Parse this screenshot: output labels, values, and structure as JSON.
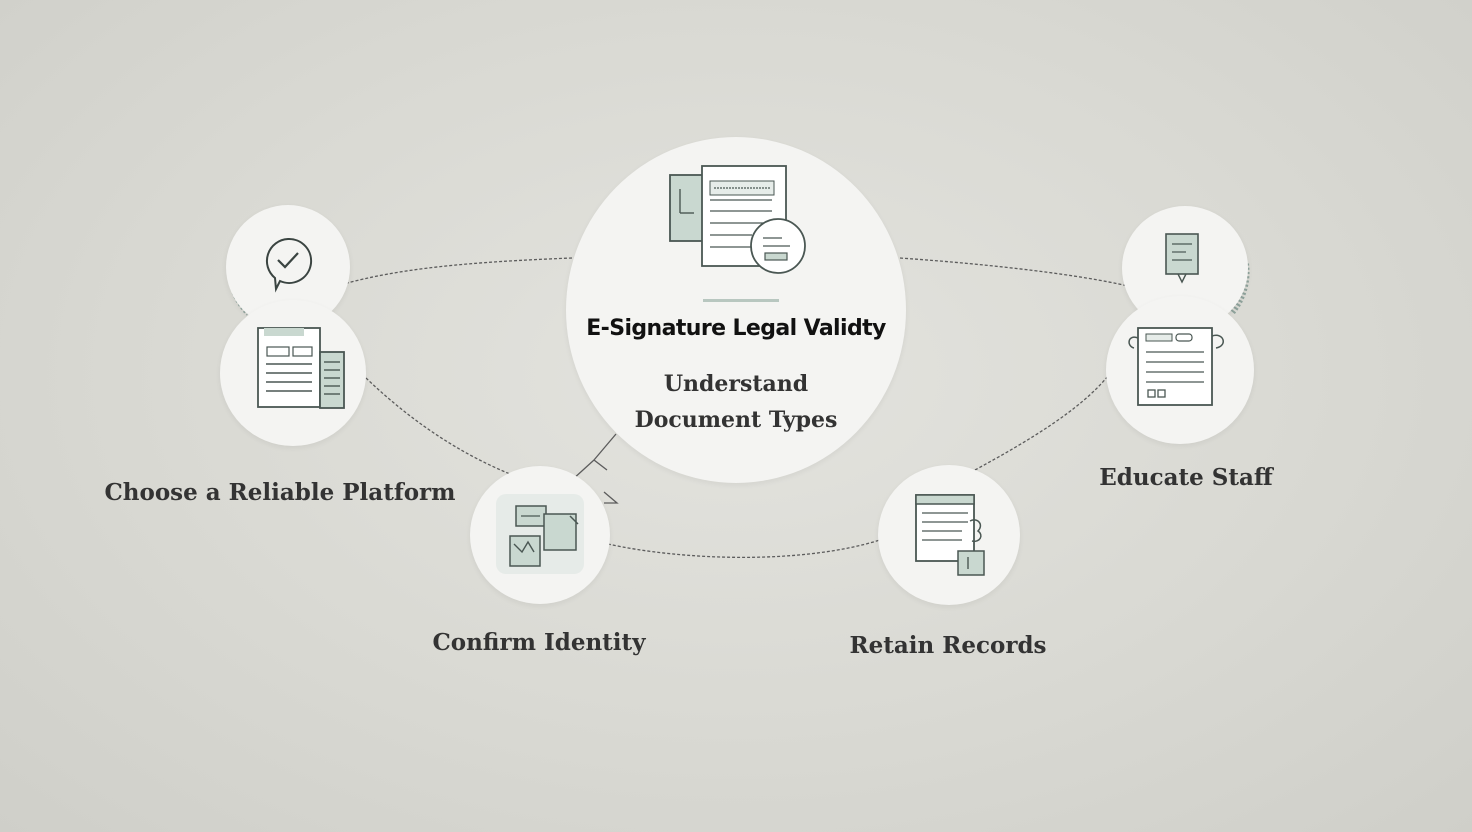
{
  "center": {
    "title": "E-Signature Legal Validty",
    "subtitle_line1": "Understand",
    "subtitle_line2": "Document Types"
  },
  "steps": {
    "choose_platform": "Choose a Reliable Platform",
    "confirm_identity": "Confirm Identity",
    "retain_records": "Retain Records",
    "educate_staff": "Educate Staff"
  },
  "colors": {
    "background": "#dadad4",
    "node_fill": "#f4f4f2",
    "icon_stroke": "#4a5753",
    "icon_accent": "#c9d8d0",
    "ring_accent": "#8fa39c",
    "connector": "#5c5c5c"
  },
  "icons": {
    "center": "document-signature-icon",
    "choose_top": "checkmark-bubble-icon",
    "choose_main": "form-document-icon",
    "confirm": "identity-card-icon",
    "retain": "record-archive-icon",
    "educate_top": "note-pin-icon",
    "educate_main": "training-document-icon"
  }
}
